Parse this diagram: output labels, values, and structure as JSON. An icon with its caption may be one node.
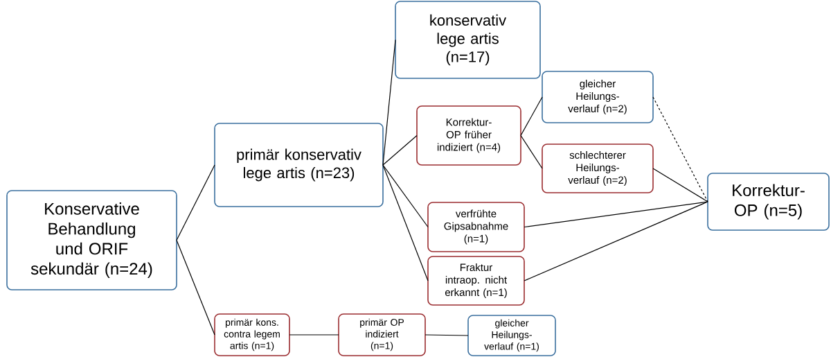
{
  "diagram": {
    "nodes": [
      {
        "text": [
          "Konservative Behandlung und ORIF sekundär (n=24)"
        ]
      },
      {
        "text": [
          "primär konservativ lege artis (n=23)"
        ]
      },
      {
        "text": [
          "konservativ lege artis (n=17)"
        ]
      },
      {
        "text": [
          "Korrektur-OP früher indiziert (n=4)"
        ]
      },
      {
        "text": [
          "gleicher Heilungs-verlauf (n=2)"
        ]
      },
      {
        "text": [
          "schlechterer Heilungs-verlauf (n=2)"
        ]
      },
      {
        "text": [
          "Korrektur-OP (n=5)"
        ]
      },
      {
        "text": [
          "verfrühte Gipsabnahme (n=1)"
        ]
      },
      {
        "text": [
          "Fraktur intraop. nicht erkannt (n=1)"
        ]
      },
      {
        "text": [
          "primär kons. contra legem artis (n=1)"
        ]
      },
      {
        "text": [
          "primär OP indiziert (n=1)"
        ]
      },
      {
        "text": [
          "gleicher Heilungs-verlauf (n=1)"
        ]
      }
    ],
    "edges": [
      {
        "from": 0,
        "to": 1,
        "arrow": "none"
      },
      {
        "from": 0,
        "to": 9,
        "arrow": "none"
      },
      {
        "from": 1,
        "to": 2,
        "arrow": "none"
      },
      {
        "from": 1,
        "to": 3,
        "arrow": "none"
      },
      {
        "from": 1,
        "to": 7,
        "arrow": "none"
      },
      {
        "from": 1,
        "to": 8,
        "arrow": "none"
      },
      {
        "from": 3,
        "to": 4,
        "arrow": "none"
      },
      {
        "from": 3,
        "to": 5,
        "arrow": "none"
      },
      {
        "from": 4,
        "to": 6,
        "arrow": "none",
        "style": "dashed"
      },
      {
        "from": 5,
        "to": 6,
        "arrow": "none"
      },
      {
        "from": 7,
        "to": 6,
        "arrow": "none"
      },
      {
        "from": 8,
        "to": 6,
        "arrow": "none"
      },
      {
        "from": 9,
        "to": 10,
        "arrow": "none"
      },
      {
        "from": 10,
        "to": 11,
        "arrow": "none"
      }
    ]
  }
}
